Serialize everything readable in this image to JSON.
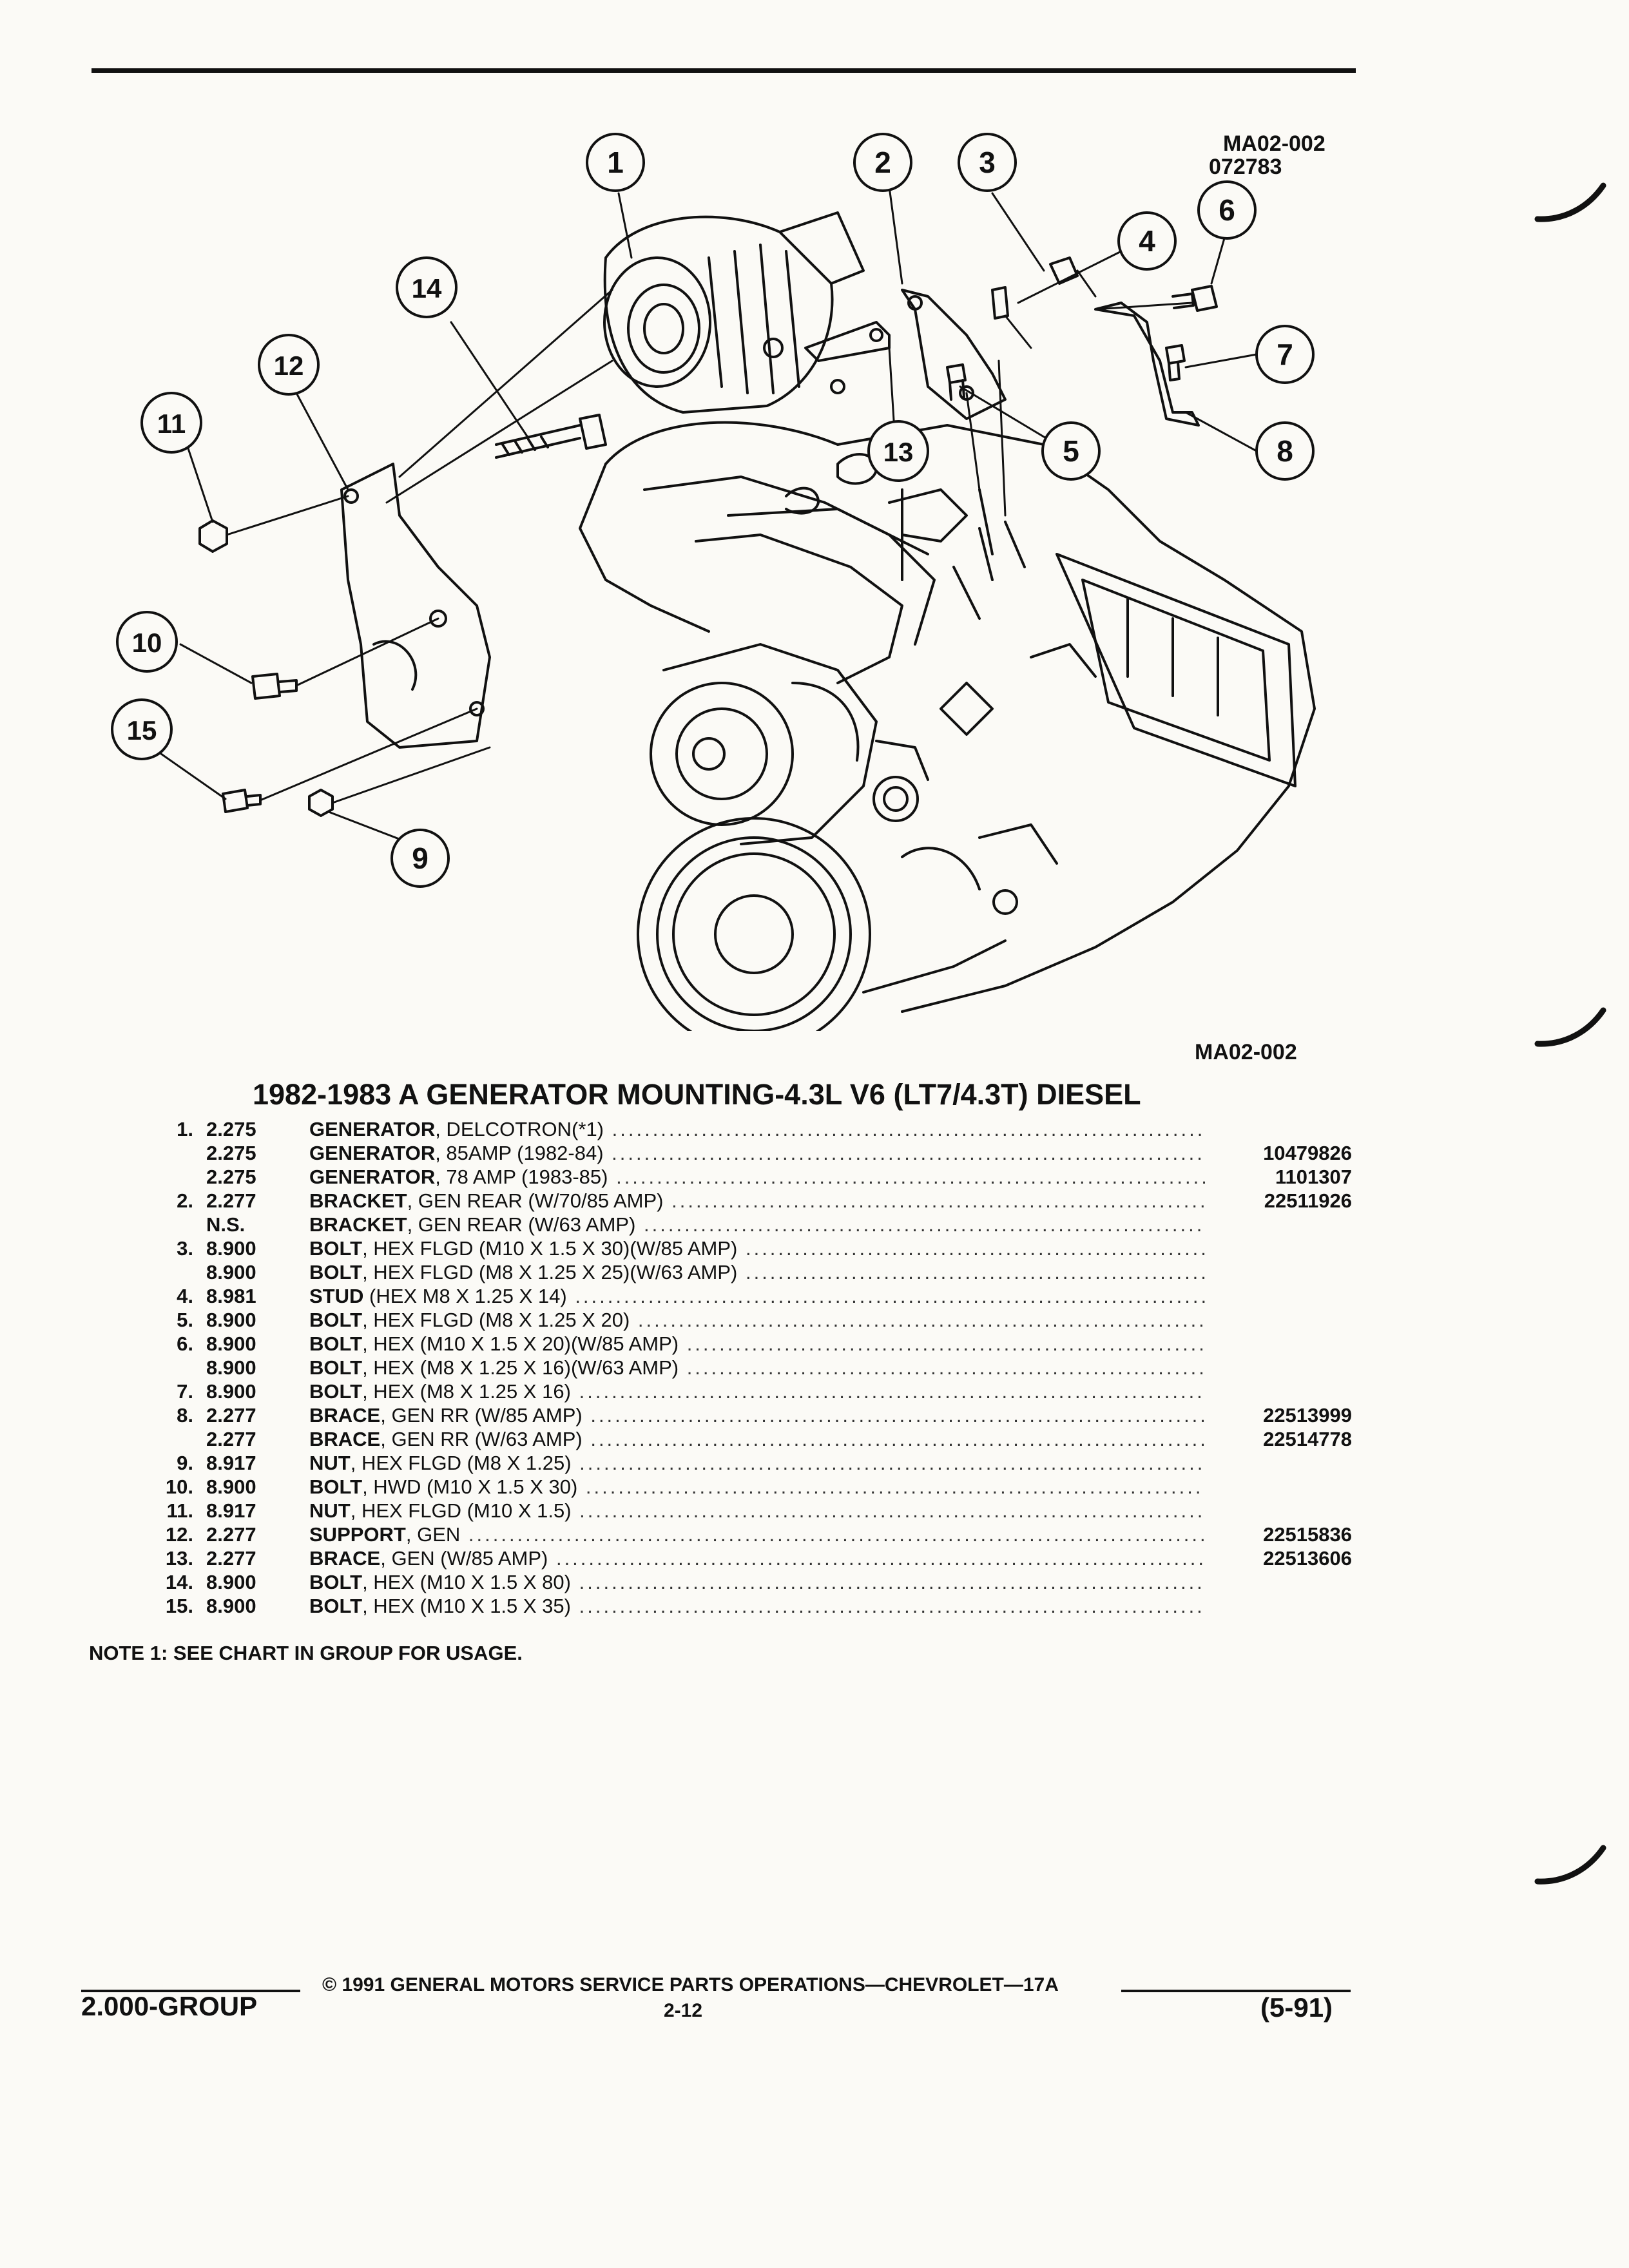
{
  "figure": {
    "id_top": "MA02-002",
    "date_code": "072783",
    "id_bottom": "MA02-002",
    "callouts": [
      "1",
      "2",
      "3",
      "4",
      "5",
      "6",
      "7",
      "8",
      "9",
      "10",
      "11",
      "12",
      "13",
      "14",
      "15"
    ]
  },
  "title": "1982-1983 A GENERATOR MOUNTING-4.3L V6 (LT7/4.3T) DIESEL",
  "parts": [
    {
      "no": "1.",
      "code": "2.275",
      "name": "GENERATOR",
      "detail": ", DELCOTRON(*1)",
      "pn": ""
    },
    {
      "no": "",
      "code": "2.275",
      "name": "GENERATOR",
      "detail": ", 85AMP (1982-84)",
      "pn": "10479826"
    },
    {
      "no": "",
      "code": "2.275",
      "name": "GENERATOR",
      "detail": ", 78 AMP (1983-85)",
      "pn": "1101307"
    },
    {
      "no": "2.",
      "code": "2.277",
      "name": "BRACKET",
      "detail": ", GEN REAR (W/70/85 AMP)",
      "pn": "22511926"
    },
    {
      "no": "",
      "code": "N.S.",
      "name": "BRACKET",
      "detail": ", GEN REAR (W/63 AMP)",
      "pn": ""
    },
    {
      "no": "3.",
      "code": "8.900",
      "name": "BOLT",
      "detail": ", HEX FLGD (M10 X 1.5 X 30)(W/85 AMP)",
      "pn": ""
    },
    {
      "no": "",
      "code": "8.900",
      "name": "BOLT",
      "detail": ", HEX FLGD (M8 X 1.25 X 25)(W/63 AMP)",
      "pn": ""
    },
    {
      "no": "4.",
      "code": "8.981",
      "name": "STUD",
      "detail": " (HEX M8 X 1.25 X 14)",
      "pn": ""
    },
    {
      "no": "5.",
      "code": "8.900",
      "name": "BOLT",
      "detail": ", HEX FLGD (M8 X 1.25 X 20)",
      "pn": ""
    },
    {
      "no": "6.",
      "code": "8.900",
      "name": "BOLT",
      "detail": ", HEX (M10 X 1.5 X 20)(W/85 AMP)",
      "pn": ""
    },
    {
      "no": "",
      "code": "8.900",
      "name": "BOLT",
      "detail": ", HEX (M8 X 1.25 X 16)(W/63 AMP)",
      "pn": ""
    },
    {
      "no": "7.",
      "code": "8.900",
      "name": "BOLT",
      "detail": ", HEX (M8 X 1.25 X 16)",
      "pn": ""
    },
    {
      "no": "8.",
      "code": "2.277",
      "name": "BRACE",
      "detail": ", GEN RR (W/85 AMP)",
      "pn": "22513999"
    },
    {
      "no": "",
      "code": "2.277",
      "name": "BRACE",
      "detail": ", GEN RR (W/63 AMP)",
      "pn": "22514778"
    },
    {
      "no": "9.",
      "code": "8.917",
      "name": "NUT",
      "detail": ", HEX FLGD (M8 X 1.25)",
      "pn": ""
    },
    {
      "no": "10.",
      "code": "8.900",
      "name": "BOLT",
      "detail": ", HWD (M10 X 1.5 X 30)",
      "pn": ""
    },
    {
      "no": "11.",
      "code": "8.917",
      "name": "NUT",
      "detail": ", HEX FLGD (M10 X 1.5)",
      "pn": ""
    },
    {
      "no": "12.",
      "code": "2.277",
      "name": "SUPPORT",
      "detail": ", GEN",
      "pn": "22515836"
    },
    {
      "no": "13.",
      "code": "2.277",
      "name": "BRACE",
      "detail": ", GEN (W/85 AMP)",
      "pn": "22513606"
    },
    {
      "no": "14.",
      "code": "8.900",
      "name": "BOLT",
      "detail": ", HEX (M10 X 1.5 X 80)",
      "pn": ""
    },
    {
      "no": "15.",
      "code": "8.900",
      "name": "BOLT",
      "detail": ", HEX (M10 X 1.5 X 35)",
      "pn": ""
    }
  ],
  "note": "NOTE  1:  SEE CHART IN GROUP FOR USAGE.",
  "footer": {
    "group": "2.000-GROUP",
    "copyright": "© 1991  GENERAL MOTORS SERVICE PARTS OPERATIONS—CHEVROLET—17A",
    "page": "2-12",
    "date": "(5-91)"
  }
}
